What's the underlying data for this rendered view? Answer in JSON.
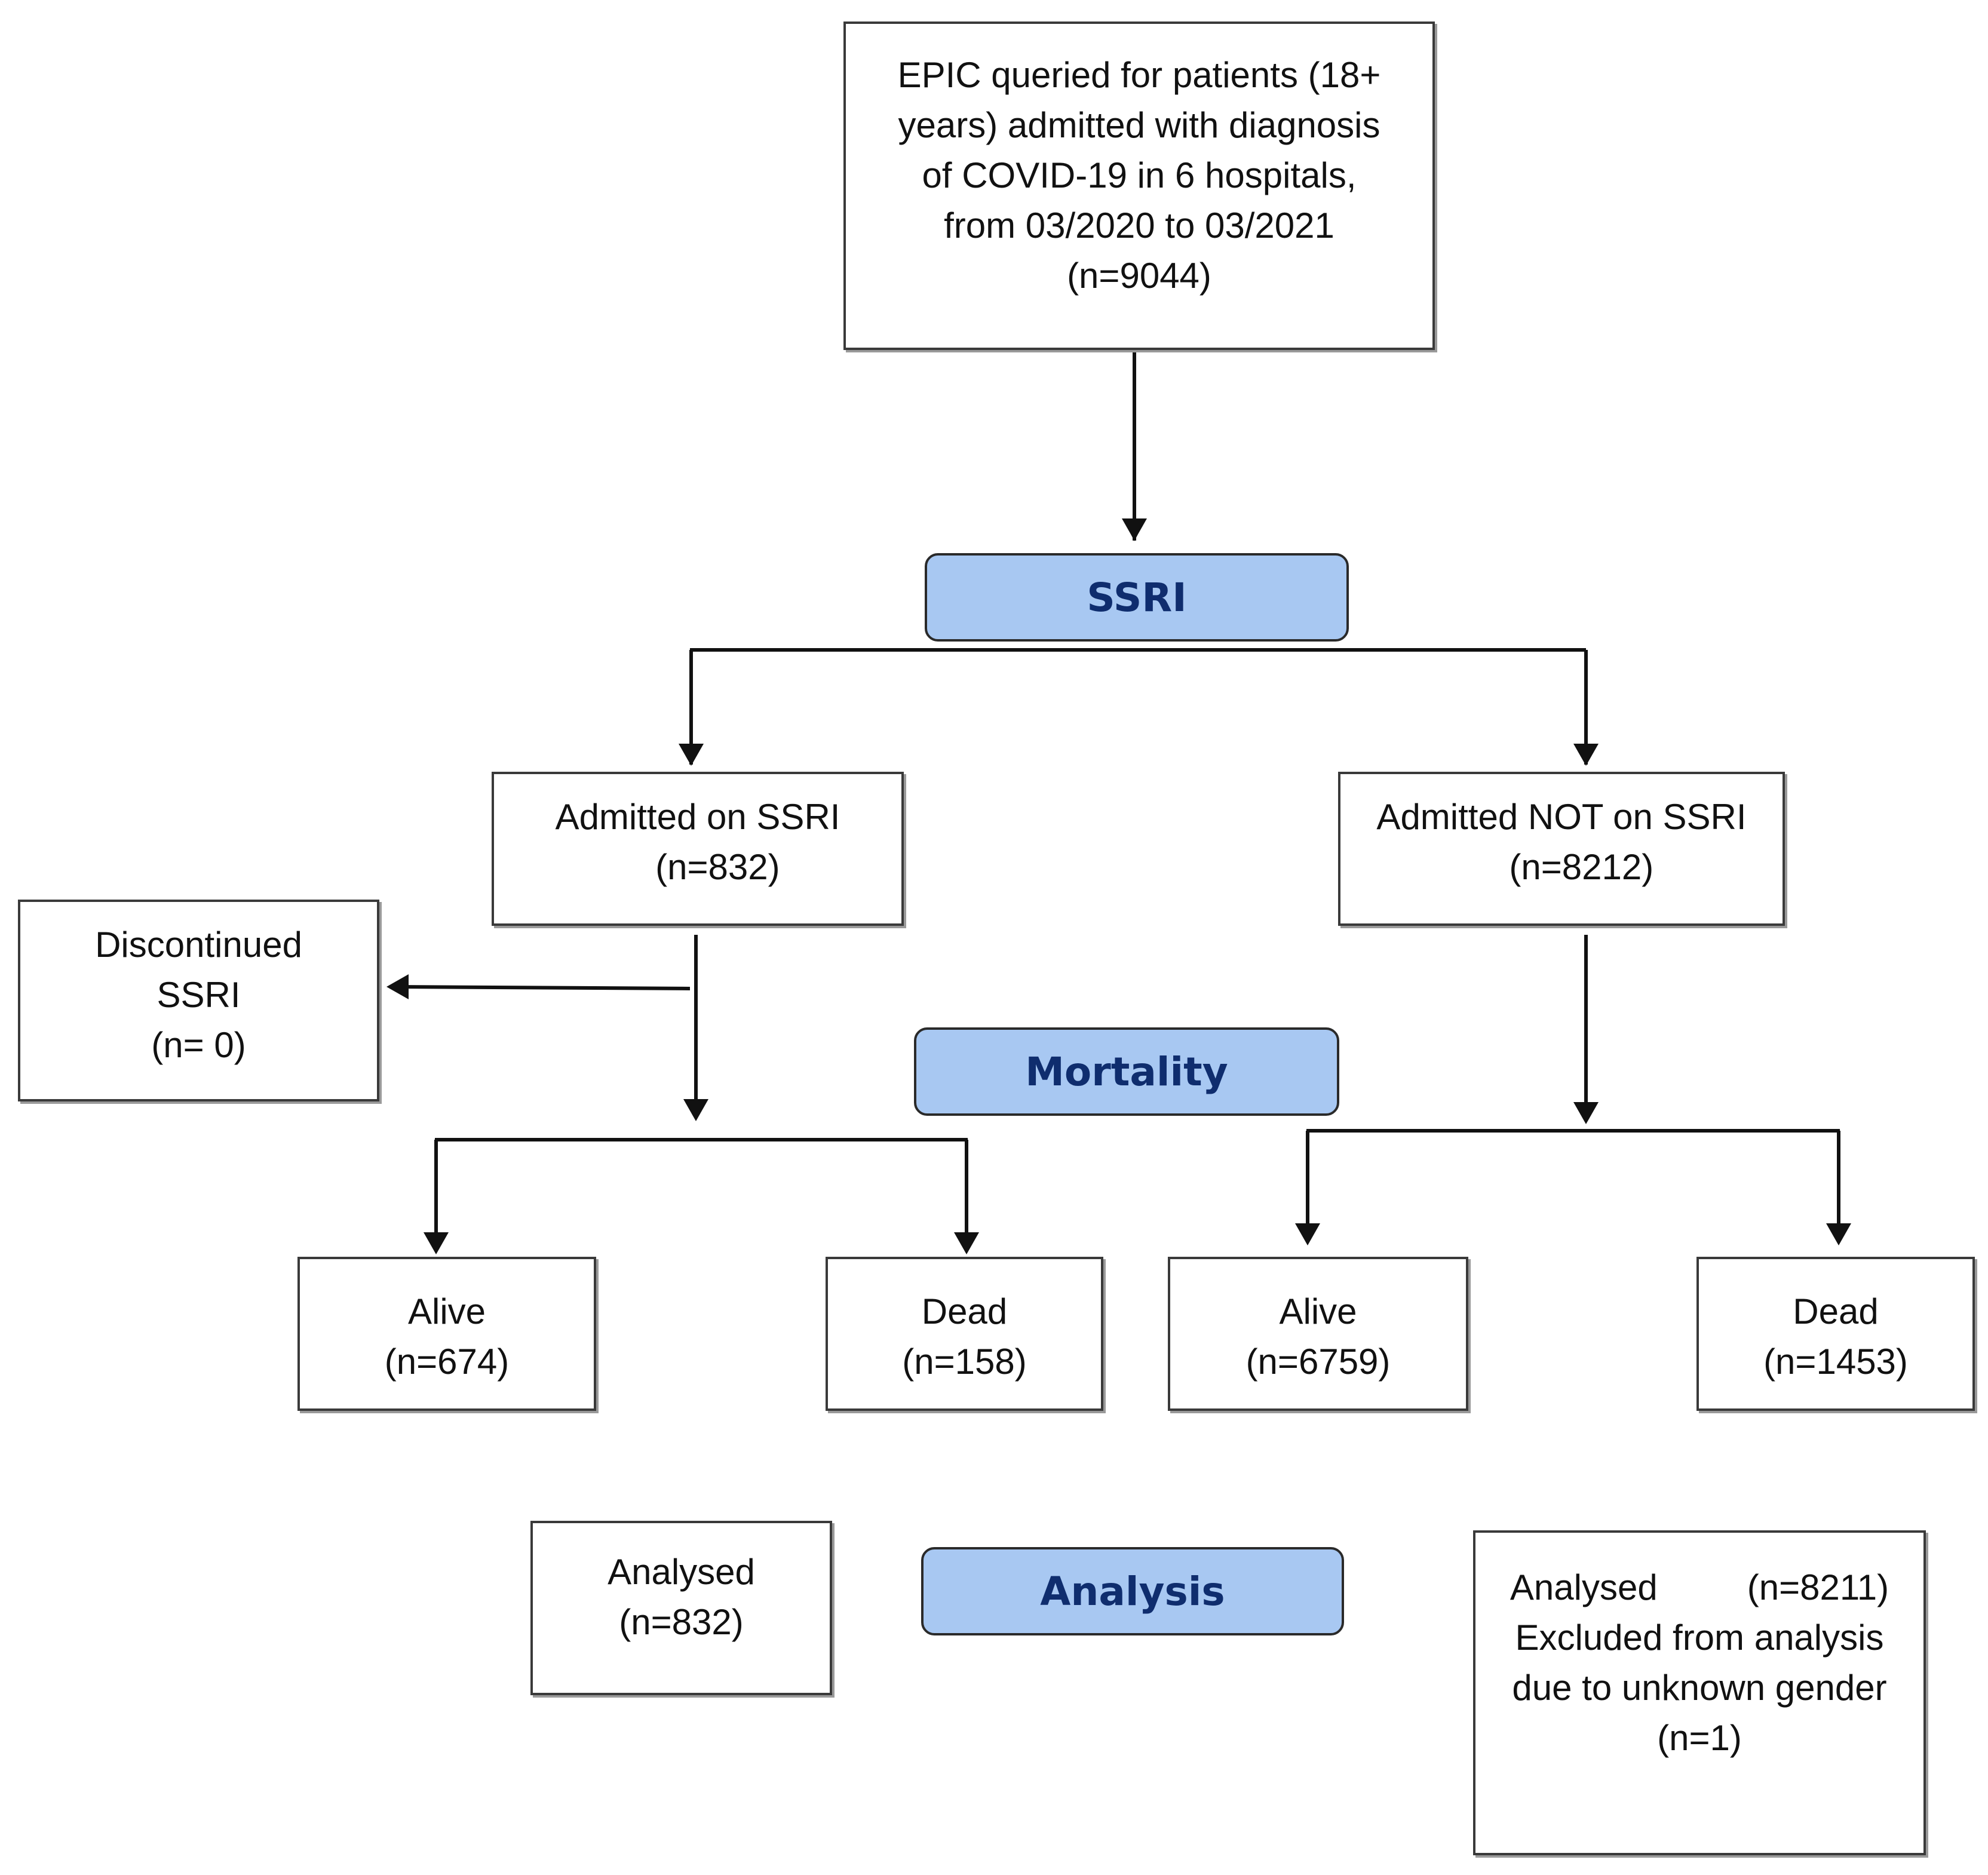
{
  "boxes": {
    "source": {
      "line1": "EPIC queried for patients (18+",
      "line2": "years) admitted with diagnosis",
      "line3": "of COVID-19 in 6 hospitals,",
      "line4": "from 03/2020 to 03/2021",
      "line5": "(n=9044)"
    },
    "on_ssri": {
      "line1": "Admitted on SSRI",
      "line2": "    (n=832)"
    },
    "not_on_ssri": {
      "line1": "Admitted NOT on SSRI",
      "line2": "    (n=8212)"
    },
    "discontinued": {
      "line1": "Discontinued",
      "line2": "SSRI",
      "line3": "(n= 0)"
    },
    "ssri_alive": {
      "line1": "Alive",
      "line2": "(n=674)"
    },
    "ssri_dead": {
      "line1": "Dead",
      "line2": "(n=158)"
    },
    "nonssri_alive": {
      "line1": "Alive",
      "line2": "(n=6759)"
    },
    "nonssri_dead": {
      "line1": "Dead",
      "line2": "(n=1453)"
    },
    "ssri_analysed": {
      "line1": "Analysed",
      "line2": "(n=832)"
    },
    "nonssri_analysed": {
      "line1": "Analysed         (n=8211)",
      "line2": "Excluded from analysis",
      "line3": "due to unknown gender",
      "line4": "(n=1)"
    }
  },
  "bands": {
    "ssri": "SSRI",
    "mortality": "Mortality",
    "analysis": "Analysis"
  },
  "colors": {
    "band_fill": "#a8c8f2",
    "band_text": "#0f2d6e",
    "box_border": "#3a3a3a",
    "arrow": "#111111"
  }
}
